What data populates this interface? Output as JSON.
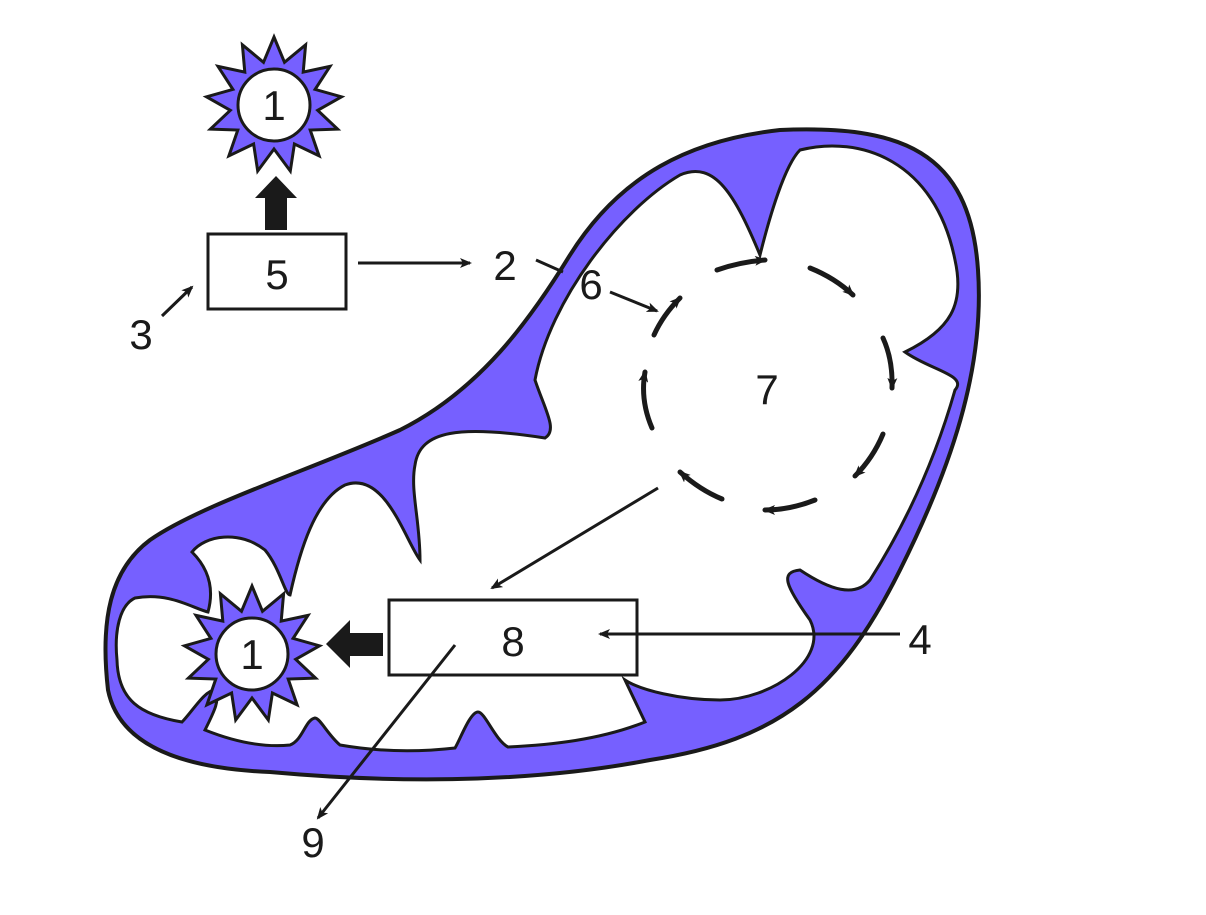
{
  "colors": {
    "membrane": "#7660FF",
    "ink": "#1a1a1a",
    "background": "#ffffff"
  },
  "labels": {
    "sun_top": "1",
    "sun_bottom": "1",
    "n2": "2",
    "n3": "3",
    "n4": "4",
    "box_top": "5",
    "n6": "6",
    "cycle_center": "7",
    "box_bottom": "8",
    "n9": "9"
  }
}
